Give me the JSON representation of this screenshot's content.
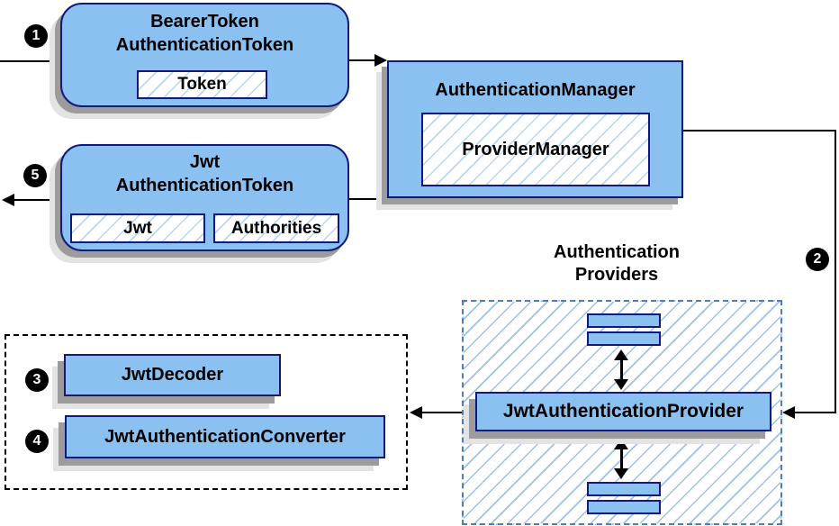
{
  "colors": {
    "node_fill": "#8bc1f1",
    "node_border": "#12197d",
    "container_hatch_line": "#9cc2ea",
    "chip_hatch_line": "#b9d6f2",
    "container_dash_border": "#4a7ebc",
    "arrow": "#000000",
    "shadow": "#9c9c9c",
    "badge_bg": "#000000",
    "badge_text": "#ffffff"
  },
  "nodes": {
    "bearer_token": {
      "title_line1": "BearerToken",
      "title_line2": "AuthenticationToken",
      "chip": "Token"
    },
    "authentication_manager": {
      "title": "AuthenticationManager",
      "chip": "ProviderManager"
    },
    "jwt_authentication_token": {
      "title_line1": "Jwt",
      "title_line2": "AuthenticationToken",
      "chip_jwt": "Jwt",
      "chip_authorities": "Authorities"
    },
    "authentication_providers": {
      "title_line1": "Authentication",
      "title_line2": "Providers"
    },
    "jwt_authentication_provider": {
      "label": "JwtAuthenticationProvider"
    },
    "jwt_decoder": {
      "label": "JwtDecoder"
    },
    "jwt_authentication_converter": {
      "label": "JwtAuthenticationConverter"
    }
  },
  "steps": {
    "step1": "1",
    "step2": "2",
    "step3": "3",
    "step4": "4",
    "step5": "5"
  }
}
